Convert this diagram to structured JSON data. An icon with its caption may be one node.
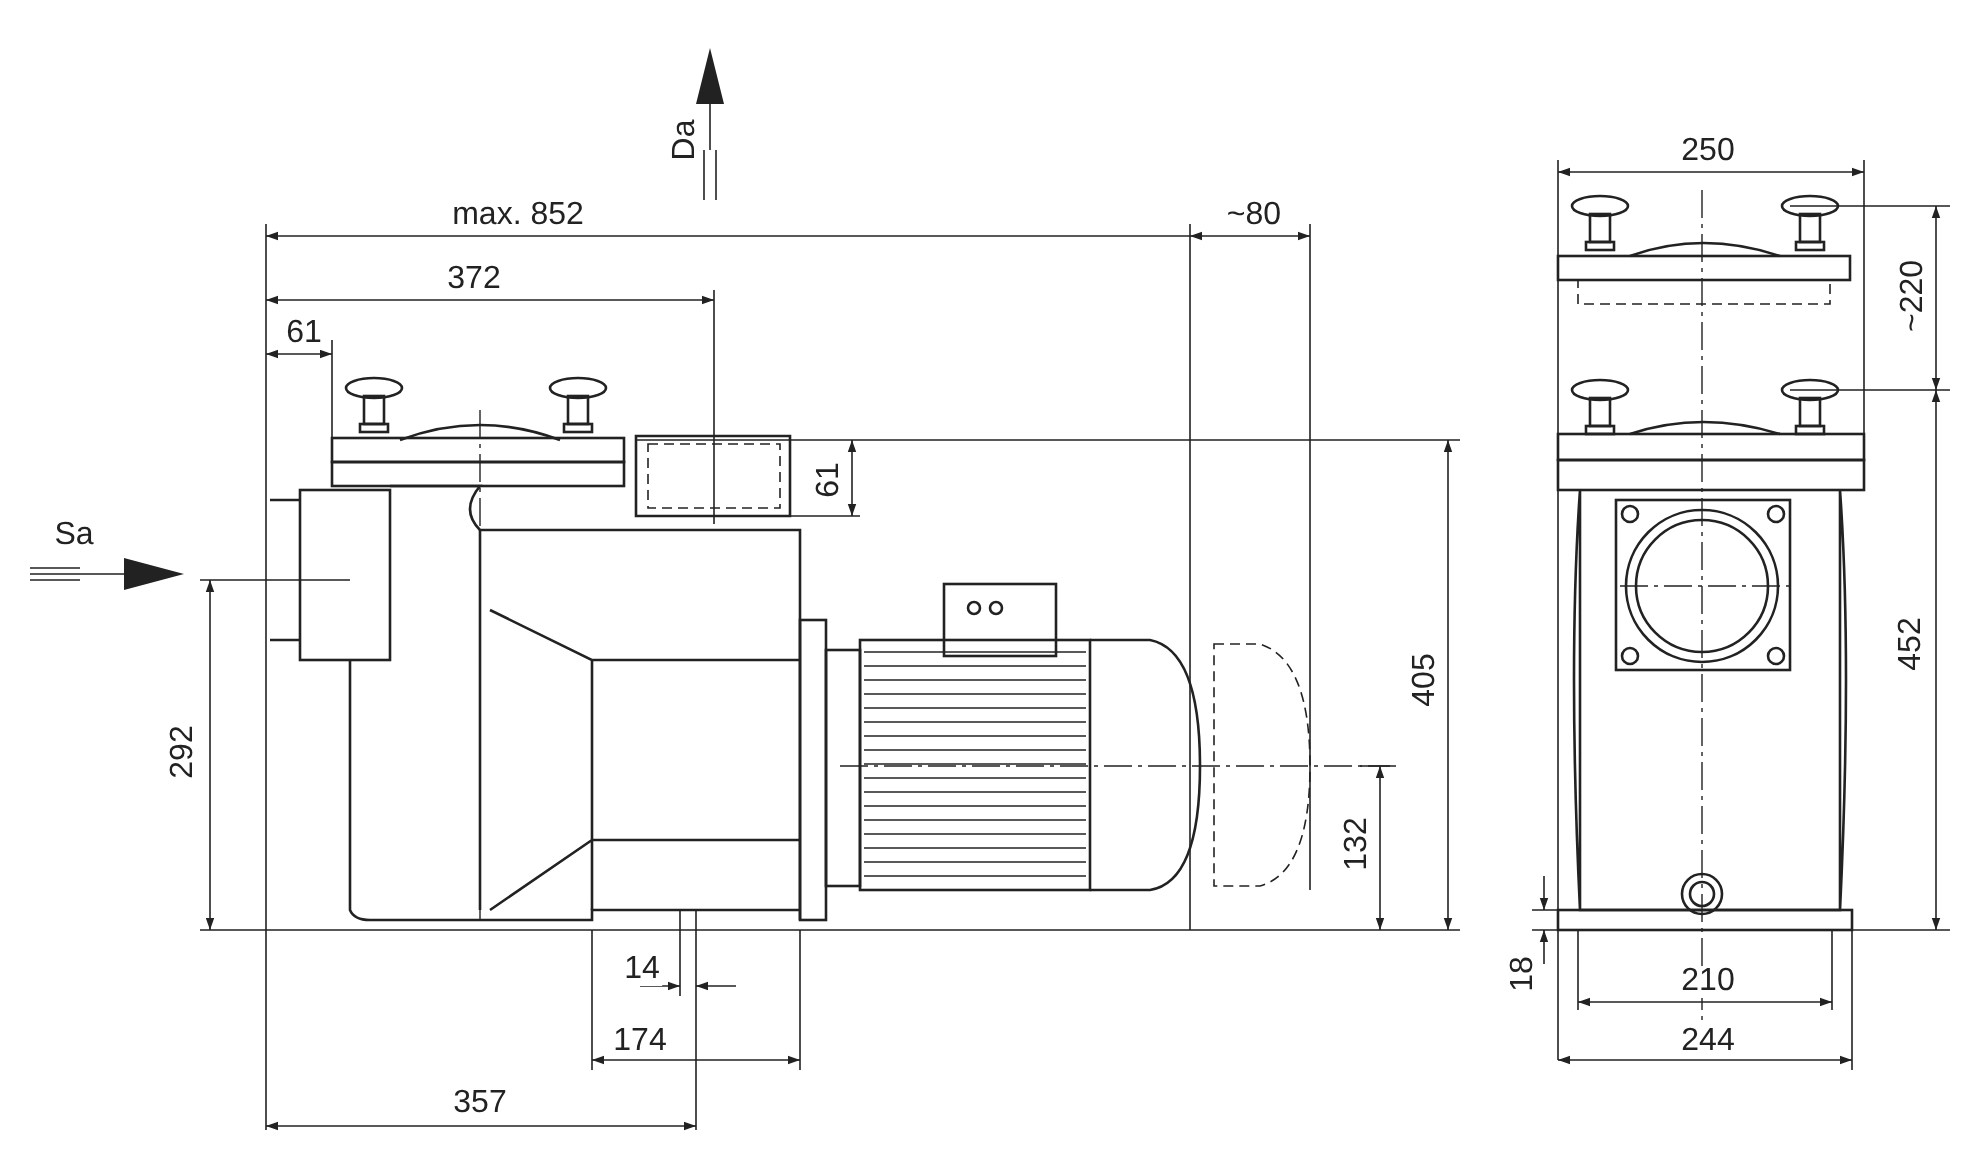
{
  "diagram": {
    "labels": [
      "Da",
      "max. 852",
      "~80",
      "250",
      "372",
      "~220",
      "61",
      "61",
      "Sa",
      "405",
      "452",
      "292",
      "132",
      "18",
      "14",
      "210",
      "174",
      "244",
      "357"
    ]
  }
}
